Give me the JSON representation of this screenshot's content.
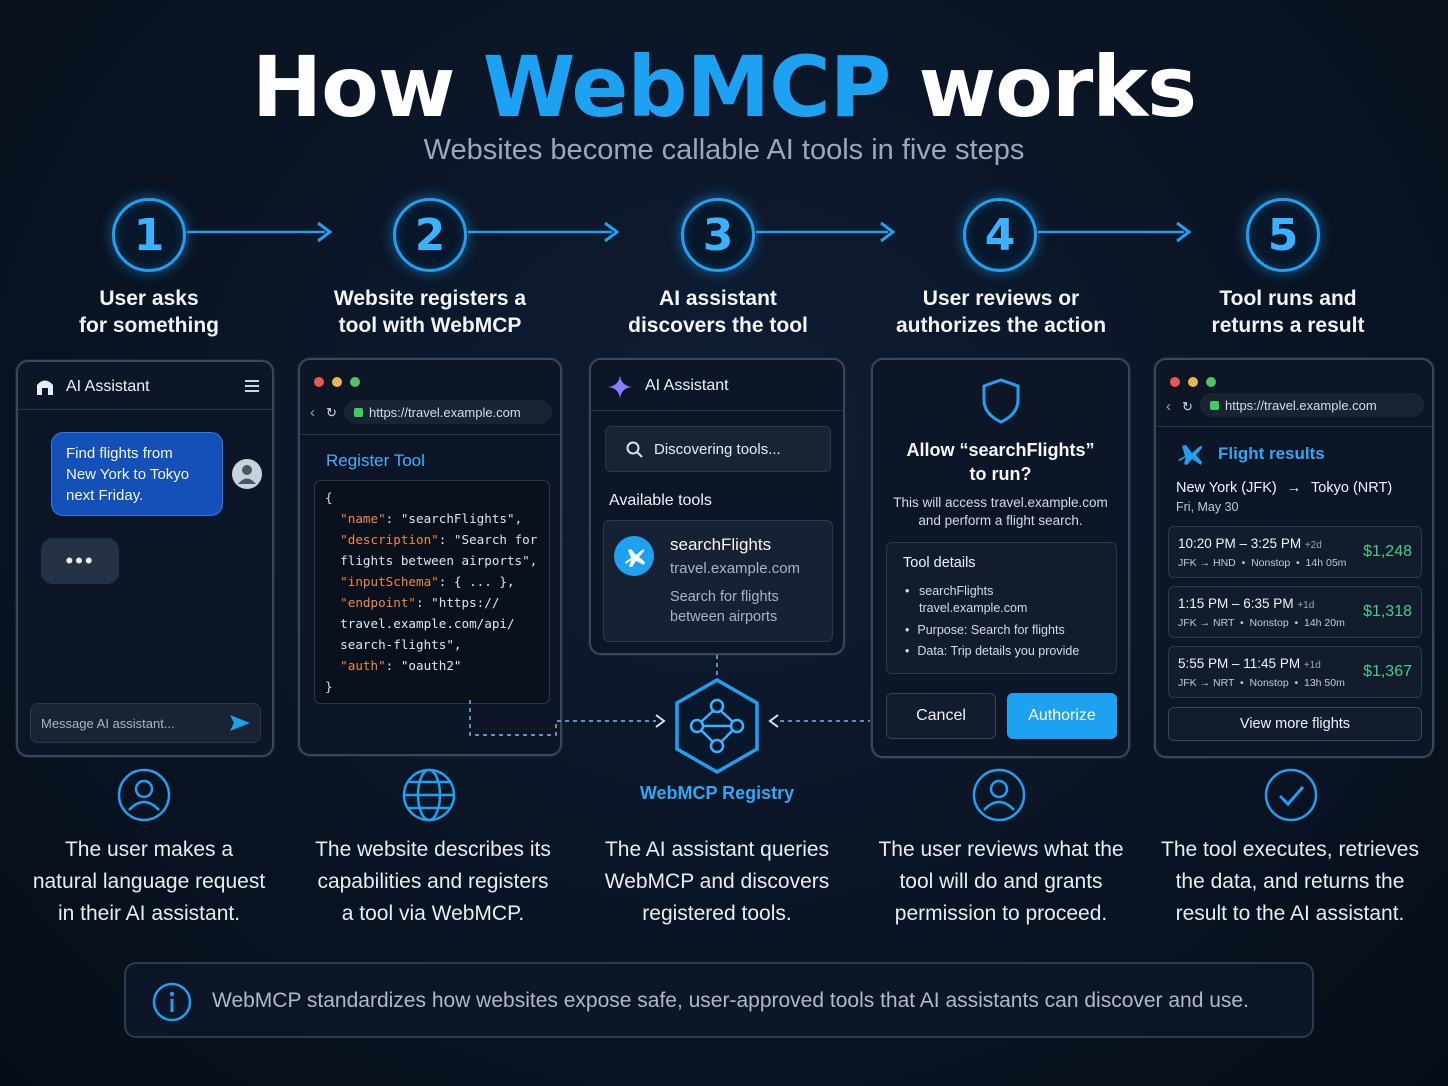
{
  "header": {
    "title_pre": "How ",
    "title_highlight": "WebMCP",
    "title_post": " works",
    "subtitle": "Websites become callable AI tools in five steps"
  },
  "steps": [
    {
      "number": "1",
      "title_line1": "User asks",
      "title_line2": "for something",
      "desc_line1": "The user makes a",
      "desc_line2": "natural language request",
      "desc_line3": "in their AI assistant."
    },
    {
      "number": "2",
      "title_line1": "Website registers a",
      "title_line2": "tool with WebMCP",
      "desc_line1": "The website describes its",
      "desc_line2": "capabilities and registers",
      "desc_line3": "a tool via WebMCP."
    },
    {
      "number": "3",
      "title_line1": "AI assistant",
      "title_line2": "discovers the tool",
      "desc_line1": "The AI assistant queries",
      "desc_line2": "WebMCP and discovers",
      "desc_line3": "registered tools."
    },
    {
      "number": "4",
      "title_line1": "User reviews or",
      "title_line2": "authorizes the action",
      "desc_line1": "The user reviews what the",
      "desc_line2": "tool will do and grants",
      "desc_line3": "permission to proceed."
    },
    {
      "number": "5",
      "title_line1": "Tool runs and",
      "title_line2": "returns a result",
      "desc_line1": "The tool executes, retrieves",
      "desc_line2": "the data, and returns the",
      "desc_line3": "result to the AI assistant."
    }
  ],
  "panel1": {
    "app_name": "AI Assistant",
    "user_message_l1": "Find flights from",
    "user_message_l2": "New York to Tokyo",
    "user_message_l3": "next Friday.",
    "typing": "•••",
    "input_placeholder": "Message AI assistant..."
  },
  "panel2": {
    "url": "https://travel.example.com",
    "heading": "Register Tool",
    "code": {
      "l1": "{",
      "k_name": "\"name\"",
      "v_name": ": \"searchFlights\",",
      "k_desc": "\"description\"",
      "v_desc": ": \"Search for",
      "v_desc2": "flights between airports\",",
      "k_schema": "\"inputSchema\"",
      "v_schema": ": { ... },",
      "k_endpoint": "\"endpoint\"",
      "v_endpoint": ": \"https://",
      "v_endpoint2": "travel.example.com/api/",
      "v_endpoint3": "search-flights\",",
      "k_auth": "\"auth\"",
      "v_auth": ": \"oauth2\"",
      "l_end": "}"
    }
  },
  "panel3": {
    "app_name": "AI Assistant",
    "search_text": "Discovering tools...",
    "available_label": "Available tools",
    "tool_name": "searchFlights",
    "tool_domain": "travel.example.com",
    "tool_desc_l1": "Search for flights",
    "tool_desc_l2": "between airports"
  },
  "registry": {
    "label": "WebMCP Registry"
  },
  "panel4": {
    "question_l1": "Allow “searchFlights”",
    "question_l2": "to run?",
    "note_l1": "This will access travel.example.com",
    "note_l2": "and perform a flight search.",
    "details_title": "Tool details",
    "detail1_l1": "searchFlights",
    "detail1_l2": "travel.example.com",
    "detail2_key": "Purpose:",
    "detail2_val": " Search for flights",
    "detail3_key": "Data:",
    "detail3_val": " Trip details you provide",
    "cancel": "Cancel",
    "authorize": "Authorize"
  },
  "panel5": {
    "url": "https://travel.example.com",
    "heading": "Flight results",
    "route_from": "New York (JFK)",
    "route_arrow": "→",
    "route_to": "Tokyo (NRT)",
    "date": "Fri, May 30",
    "flights": [
      {
        "time": "10:20 PM – 3:25 PM",
        "offset": "+2d",
        "route": "JFK → HND  •  Nonstop  •  14h 05m",
        "price": "$1,248"
      },
      {
        "time": "1:15 PM – 6:35 PM",
        "offset": "+1d",
        "route": "JFK → NRT  •  Nonstop  •  14h 20m",
        "price": "$1,318"
      },
      {
        "time": "5:55 PM – 11:45 PM",
        "offset": "+1d",
        "route": "JFK → NRT  •  Nonstop  •  13h 50m",
        "price": "$1,367"
      }
    ],
    "more": "View more flights"
  },
  "footer": {
    "text": "WebMCP standardizes how websites expose safe, user-approved tools that AI assistants can discover and use."
  },
  "colors": {
    "accent": "#1da1f2",
    "price": "#3ecf8e",
    "authorize": "#1da1f2"
  }
}
